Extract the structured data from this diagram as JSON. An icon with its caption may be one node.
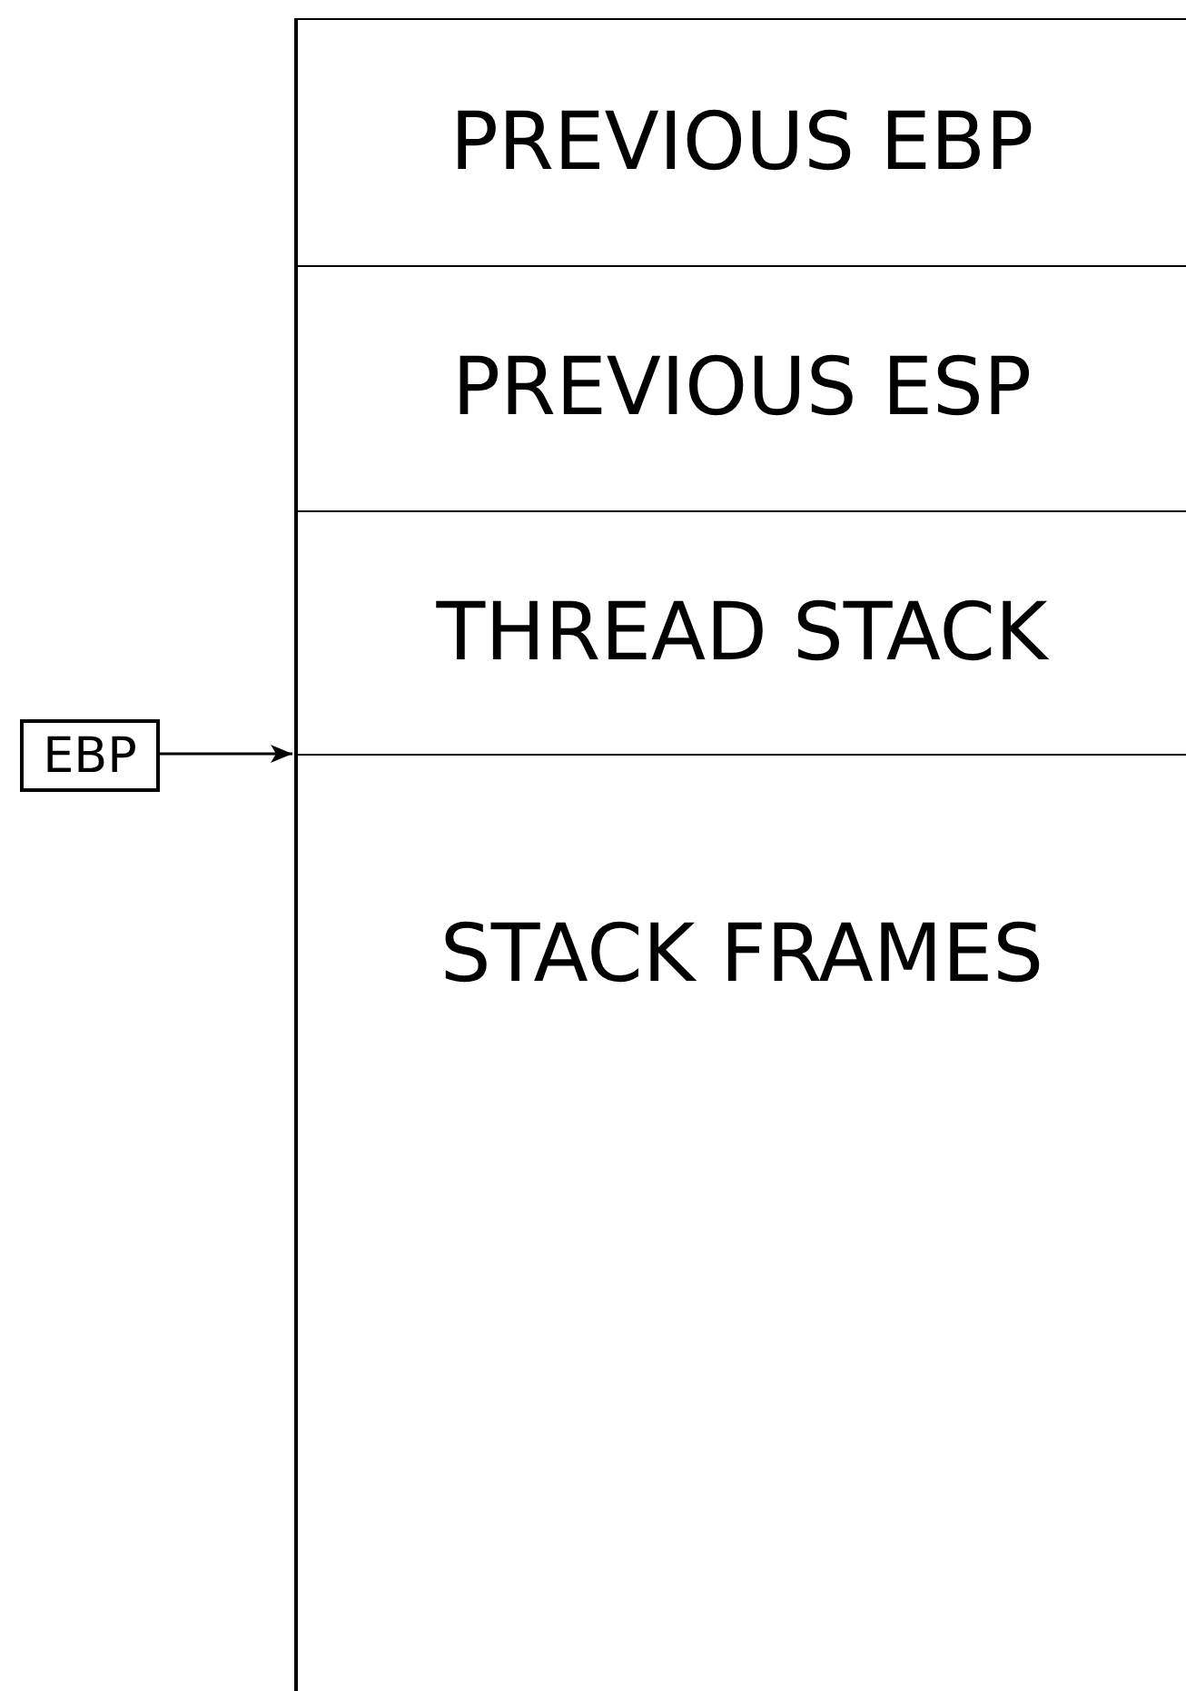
{
  "diagram": {
    "nodes": [
      {
        "text": [
          "PREVIOUS EBP"
        ]
      },
      {
        "text": [
          "PREVIOUS ESP"
        ]
      },
      {
        "text": [
          "THREAD STACK"
        ]
      },
      {
        "text": [
          "STACK FRAMES"
        ]
      },
      {
        "text": [
          "EBP"
        ]
      }
    ],
    "edges": [
      {
        "from": 4,
        "to": 3,
        "arrow": "to"
      }
    ]
  }
}
